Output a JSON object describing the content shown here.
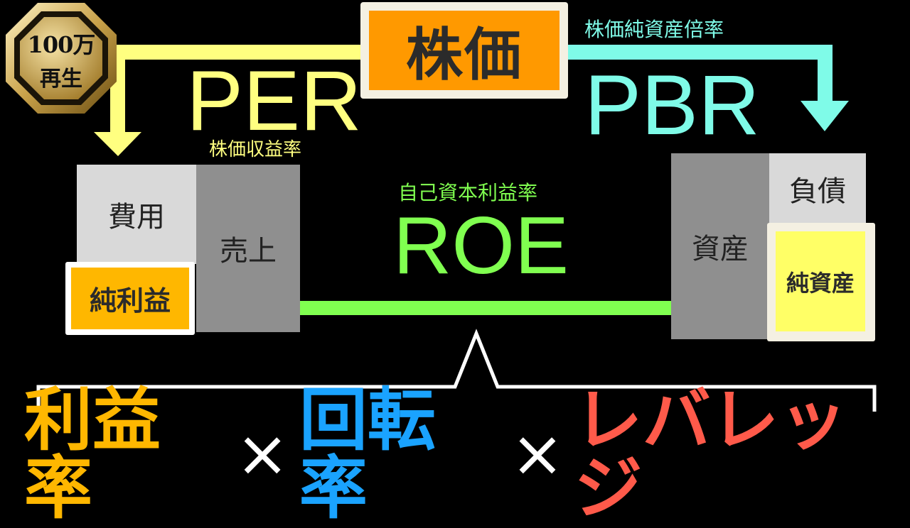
{
  "badge": {
    "line1": "100万",
    "line2": "再生"
  },
  "top": {
    "stock_price": "株価"
  },
  "per": {
    "label": "PER",
    "subtitle": "株価収益率",
    "color": "#ffff80"
  },
  "pbr": {
    "label": "PBR",
    "subtitle": "株価純資産倍率",
    "color": "#7ffbe8"
  },
  "roe": {
    "label": "ROE",
    "subtitle": "自己資本利益率",
    "color": "#80ff50"
  },
  "income_statement": {
    "cost": "費用",
    "sales": "売上",
    "net_profit": "純利益"
  },
  "balance_sheet": {
    "assets": "資産",
    "liabilities": "負債",
    "net_assets": "純資産"
  },
  "formula": {
    "terms": [
      {
        "text": "利益率",
        "color": "#ffb700"
      },
      {
        "text": "回転率",
        "color": "#1aa3ff"
      },
      {
        "text": "レバレッジ",
        "color": "#ff5a4a"
      }
    ],
    "operator": "×"
  }
}
